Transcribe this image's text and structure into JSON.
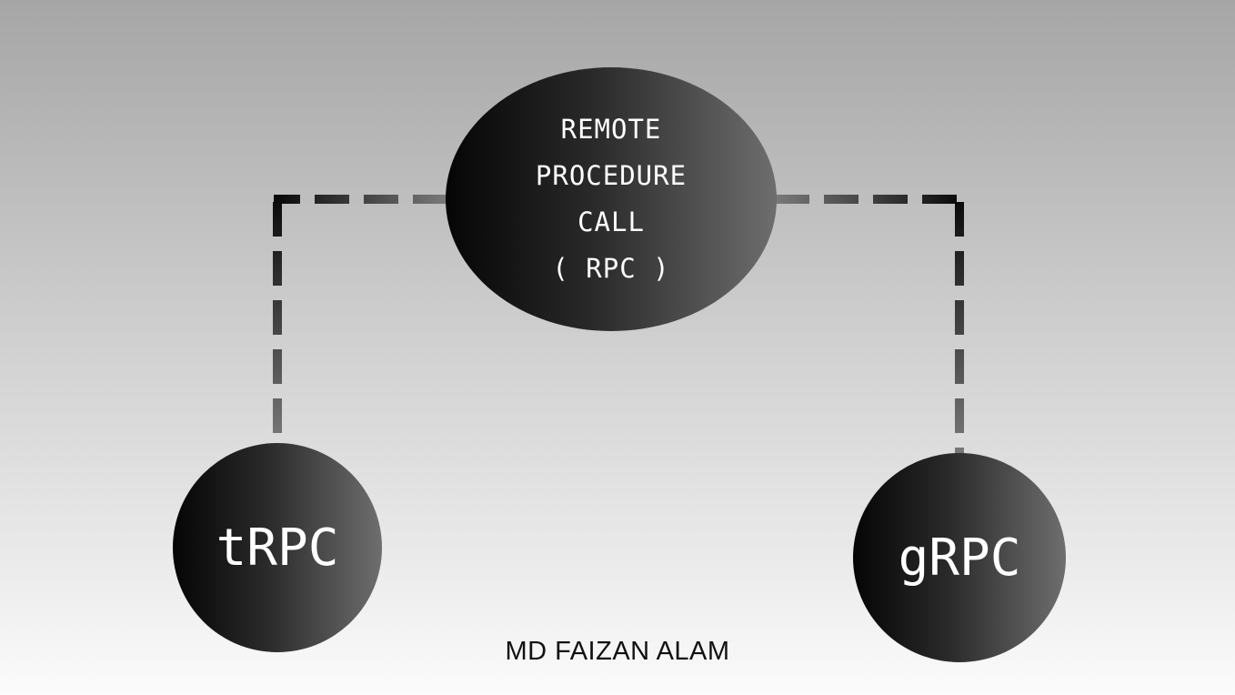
{
  "diagram": {
    "center_node": {
      "lines": [
        "REMOTE",
        "PROCEDURE",
        "CALL",
        "( RPC )"
      ]
    },
    "left_node": {
      "label": "tRPC"
    },
    "right_node": {
      "label": "gRPC"
    },
    "footer": {
      "author": "MD FAIZAN ALAM"
    },
    "connector_style": "dashed",
    "colors": {
      "node_dark": "#050505",
      "node_light": "#6e6e6e",
      "node_text": "#ffffff",
      "connector_dark": "#0a0a0a",
      "connector_light": "#777777",
      "background_top": "#a6a6a6",
      "background_bottom": "#fbfbfb"
    }
  }
}
